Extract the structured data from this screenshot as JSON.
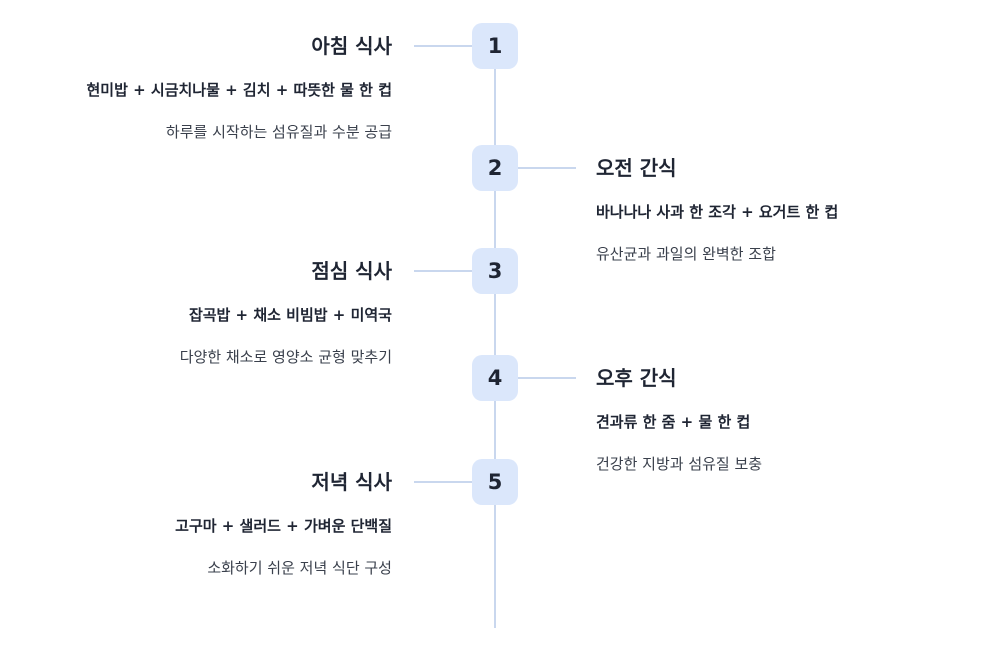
{
  "meals": [
    {
      "number": "1",
      "title": "아침 식사",
      "menu": "현미밥 + 시금치나물 + 김치 + 따뜻한 물 한 컵",
      "description": "하루를 시작하는 섬유질과 수분 공급"
    },
    {
      "number": "2",
      "title": "오전 간식",
      "menu": "바나나나 사과 한 조각 + 요거트 한 컵",
      "description": "유산균과 과일의 완벽한 조합"
    },
    {
      "number": "3",
      "title": "점심 식사",
      "menu": "잡곡밥 + 채소 비빔밥 + 미역국",
      "description": "다양한 채소로 영양소 균형 맞추기"
    },
    {
      "number": "4",
      "title": "오후 간식",
      "menu": "견과류 한 줌 + 물 한 컵",
      "description": "건강한 지방과 섬유질 보충"
    },
    {
      "number": "5",
      "title": "저녁 식사",
      "menu": "고구마 + 샐러드 + 가벼운 단백질",
      "description": "소화하기 쉬운 저녁 식단 구성"
    }
  ],
  "colors": {
    "badge_background": "#dbe7fb",
    "line": "#c9d7ee",
    "text": "#1f2533"
  }
}
